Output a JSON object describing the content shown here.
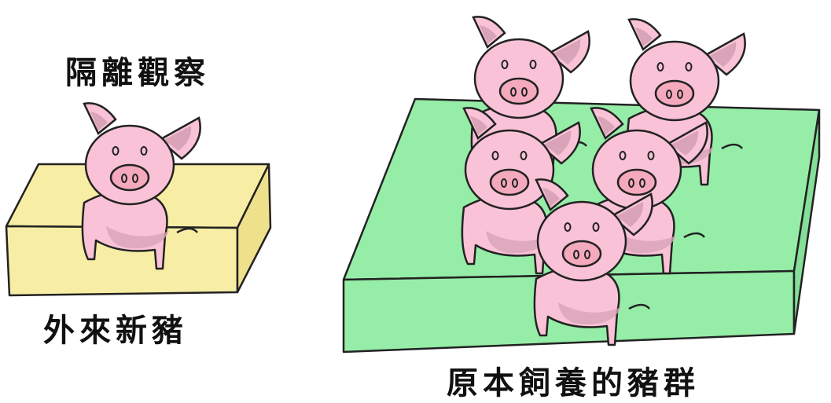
{
  "labels": {
    "quarantine_title": "隔離觀察",
    "new_pigs": "外來新豬",
    "existing_herd": "原本飼養的豬群"
  },
  "colors": {
    "quarantine_pen": "#f7eda4",
    "herd_pen": "#95eda7",
    "pig_body": "#f9c2d6",
    "pig_shadow": "#d9a4b8",
    "snout": "#f4a9bd",
    "outline": "#222222"
  }
}
